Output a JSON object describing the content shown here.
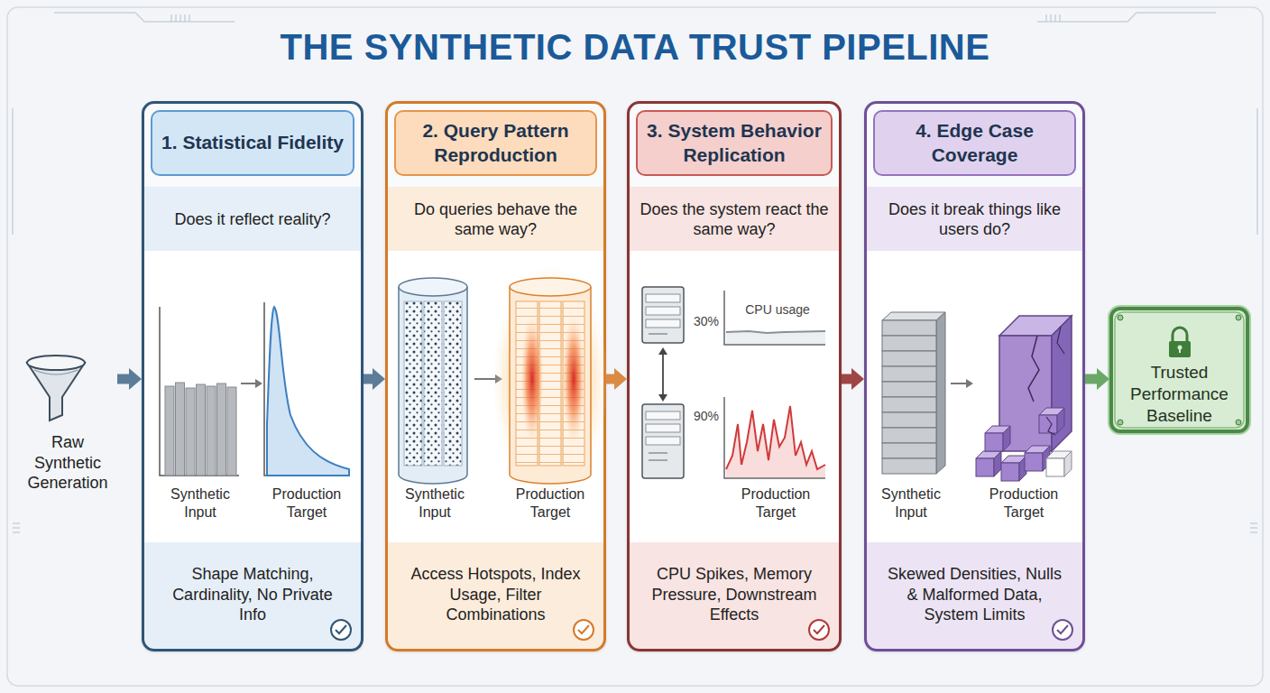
{
  "diagram": {
    "title": "THE SYNTHETIC DATA TRUST PIPELINE",
    "nodes": [
      {
        "text": [
          "Raw Synthetic Generation"
        ]
      },
      {
        "text": [
          "Does it reflect reality?",
          "Shape Matching, Cardinality, No Private Info"
        ]
      },
      {
        "text": [
          "1. Statistical Fidelity"
        ],
        "in": 1
      },
      {
        "text": [
          "Do queries behave the same way?",
          "Access Hotspots, Index Usage, Filter Combinations"
        ]
      },
      {
        "text": [
          "2. Query Pattern Reproduction"
        ],
        "in": 3
      },
      {
        "text": [
          "Does the system react the same way?",
          "CPU Spikes, Memory Pressure, Downstream Effects"
        ]
      },
      {
        "text": [
          "3. System Behavior Replication"
        ],
        "in": 5
      },
      {
        "text": [
          "Does it break things like users do?",
          "Skewed Densities, Nulls & Malformed Data, System Limits"
        ]
      },
      {
        "text": [
          "4. Edge Case Coverage"
        ],
        "in": 7
      },
      {
        "text": [
          "Trusted Performance Baseline"
        ]
      }
    ],
    "edges": [
      {
        "from": 0,
        "to": 1,
        "arrow": "to"
      },
      {
        "from": 1,
        "to": 3,
        "arrow": "to"
      },
      {
        "from": 3,
        "to": 5,
        "arrow": "to"
      },
      {
        "from": 5,
        "to": 7,
        "arrow": "to"
      },
      {
        "from": 7,
        "to": 9,
        "arrow": "to"
      }
    ],
    "labels": [
      "Synthetic Input",
      "Production Target",
      "Synthetic Input",
      "Production Target",
      "30%",
      "CPU usage",
      "90%",
      "Production Target",
      "Synthetic Input",
      "Production Target"
    ]
  }
}
